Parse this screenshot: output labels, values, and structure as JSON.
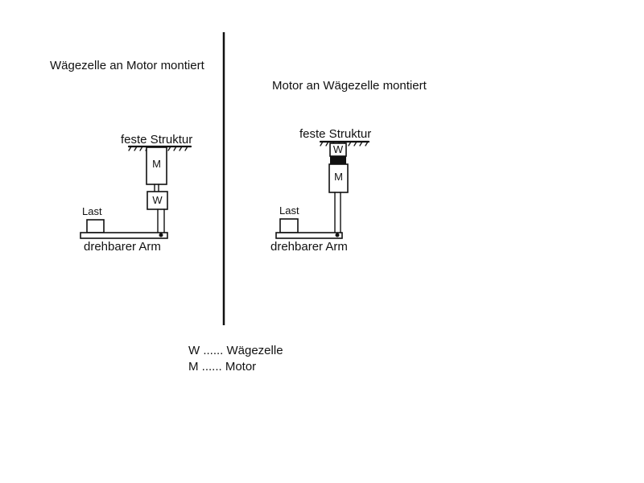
{
  "left_panel": {
    "title": "Wägezelle an Motor montiert",
    "structure_label": "feste Struktur",
    "motor_symbol": "M",
    "load_cell_symbol": "W",
    "load_label": "Last",
    "arm_label": "drehbarer Arm"
  },
  "right_panel": {
    "title": "Motor an Wägezelle montiert",
    "structure_label": "feste Struktur",
    "load_cell_symbol": "W",
    "motor_symbol": "M",
    "load_label": "Last",
    "arm_label": "drehbarer Arm"
  },
  "legend": {
    "line1": "W ...... Wägezelle",
    "line2": "M ...... Motor"
  }
}
